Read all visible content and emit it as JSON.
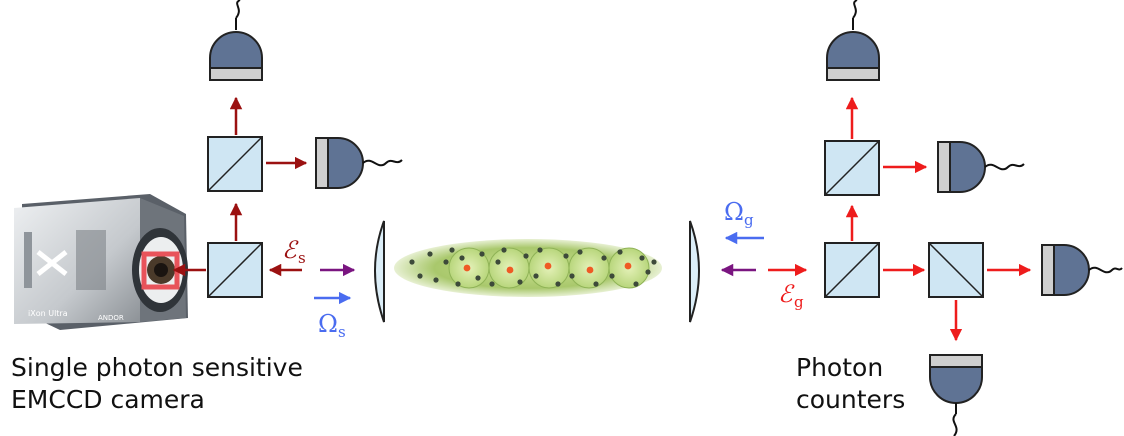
{
  "labels": {
    "camera_caption_line1": "Single photon sensitive",
    "camera_caption_line2": "EMCCD camera",
    "counters_caption_line1": "Photon",
    "counters_caption_line2": "counters",
    "signal_field_symbol": "ℰ",
    "signal_field_subscript": "s",
    "signal_control_symbol": "Ω",
    "signal_control_subscript": "s",
    "ground_field_symbol": "ℰ",
    "ground_field_subscript": "g",
    "ground_control_symbol": "Ω",
    "ground_control_subscript": "g",
    "camera_model_text": "iXon Ultra",
    "camera_brand_text": "ANDOR"
  },
  "colors": {
    "dark_red": "#9b1111",
    "red": "#ee1c1c",
    "purple": "#7a1580",
    "blue": "#4a6cf0",
    "splitter_fill": "#cfe6f3",
    "detector_fill": "#5f7394",
    "detector_band": "#cfcfcf",
    "lens_fill": "#dceef8",
    "cloud_fill": "#b6d27a",
    "atom_dot": "#3d4a3a",
    "excited_atom": "#ef5a24",
    "camera_body": "#d4d7da",
    "camera_highlight": "#e8535a"
  },
  "icons": {
    "detector": "photon-detector-icon",
    "beam_splitter": "beam-splitter-icon",
    "lens": "lens-icon",
    "camera": "emccd-camera-icon",
    "atom_cloud": "atom-cloud-icon"
  }
}
